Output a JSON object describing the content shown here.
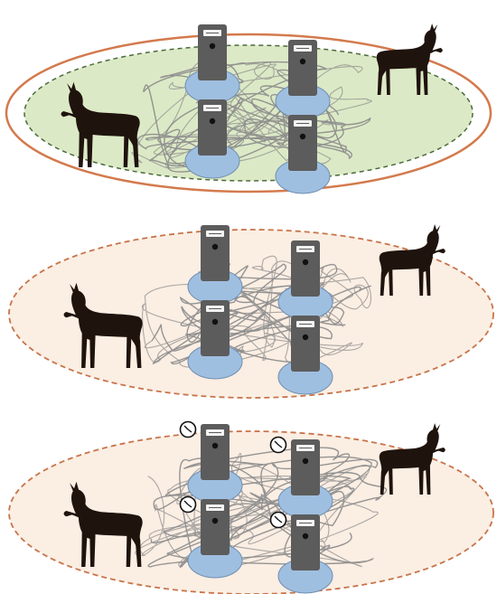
{
  "colors": {
    "background": "#ffffff",
    "arena_fill_green": "#dce9c6",
    "arena_fill_peach": "#fbeee3",
    "arena_outer_ring": "#d37a4d",
    "arena_inner_dash": "#4b6b3c",
    "arena_dash_peach": "#c8744a",
    "station_body": "#5c5c5c",
    "station_screen": "#f2f2f2",
    "station_dot": "#111111",
    "station_base": "#9fbfe0",
    "station_base_stroke": "#6f8fb2",
    "track": "#8a8a8a",
    "animal": "#1f130d",
    "clock_face": "#ffffff",
    "clock_stroke": "#111111"
  },
  "panels": [
    {
      "name": "panel-top",
      "arena_style": "solid-ring-green-dashed",
      "has_clocks": false,
      "icons": [
        "goat-silhouette-icon",
        "feeding-station-icon",
        "clock-icon"
      ]
    },
    {
      "name": "panel-middle",
      "arena_style": "peach-dashed",
      "has_clocks": false
    },
    {
      "name": "panel-bottom",
      "arena_style": "peach-dashed",
      "has_clocks": true
    }
  ]
}
